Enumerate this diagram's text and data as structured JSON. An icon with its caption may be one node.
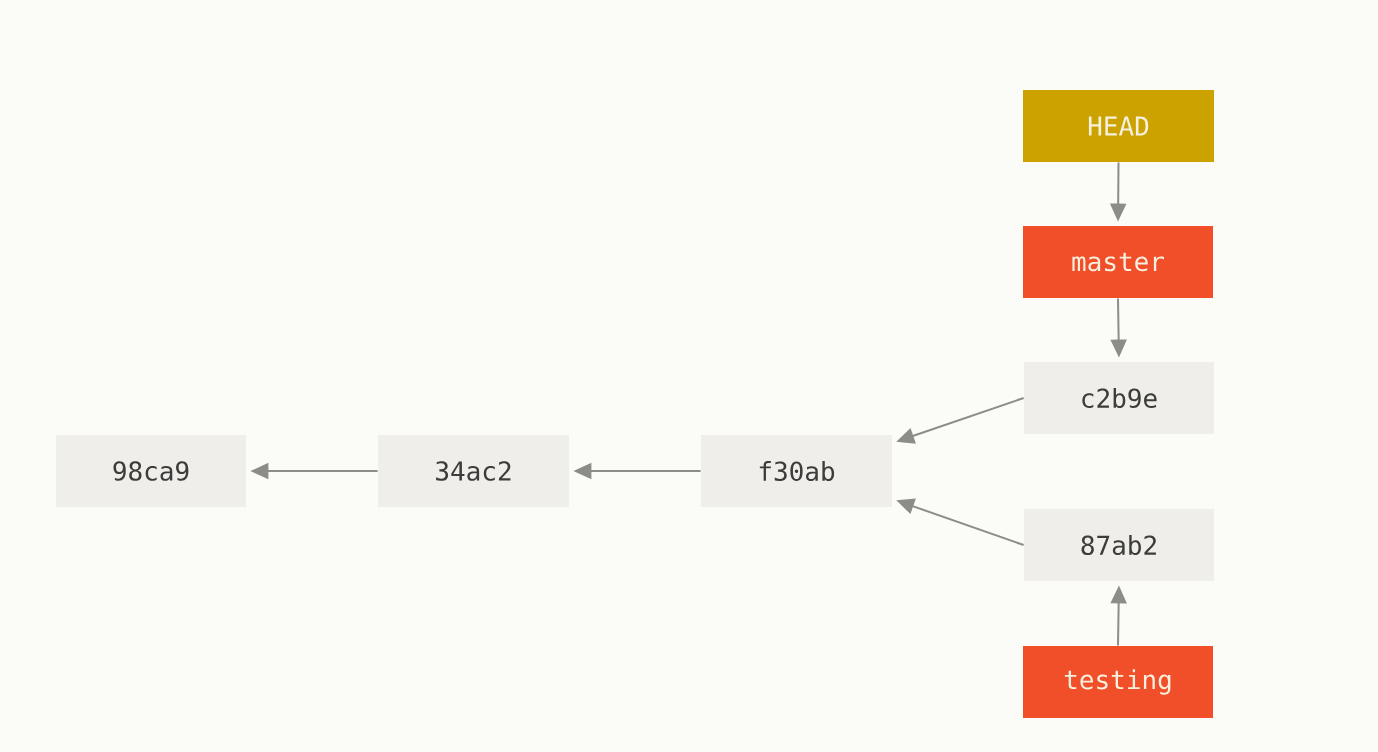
{
  "diagram": {
    "nodes": [
      {
        "text": [
          "HEAD"
        ]
      },
      {
        "text": [
          "master"
        ]
      },
      {
        "text": [
          "c2b9e"
        ]
      },
      {
        "text": [
          "98ca9"
        ]
      },
      {
        "text": [
          "34ac2"
        ]
      },
      {
        "text": [
          "f30ab"
        ]
      },
      {
        "text": [
          "87ab2"
        ]
      },
      {
        "text": [
          "testing"
        ]
      }
    ],
    "edges": [
      {
        "from": 0,
        "to": 1,
        "arrow": "to"
      },
      {
        "from": 1,
        "to": 2,
        "arrow": "to"
      },
      {
        "from": 2,
        "to": 5,
        "arrow": "to"
      },
      {
        "from": 6,
        "to": 5,
        "arrow": "to"
      },
      {
        "from": 7,
        "to": 6,
        "arrow": "to"
      },
      {
        "from": 5,
        "to": 4,
        "arrow": "to"
      },
      {
        "from": 4,
        "to": 3,
        "arrow": "to"
      }
    ]
  }
}
